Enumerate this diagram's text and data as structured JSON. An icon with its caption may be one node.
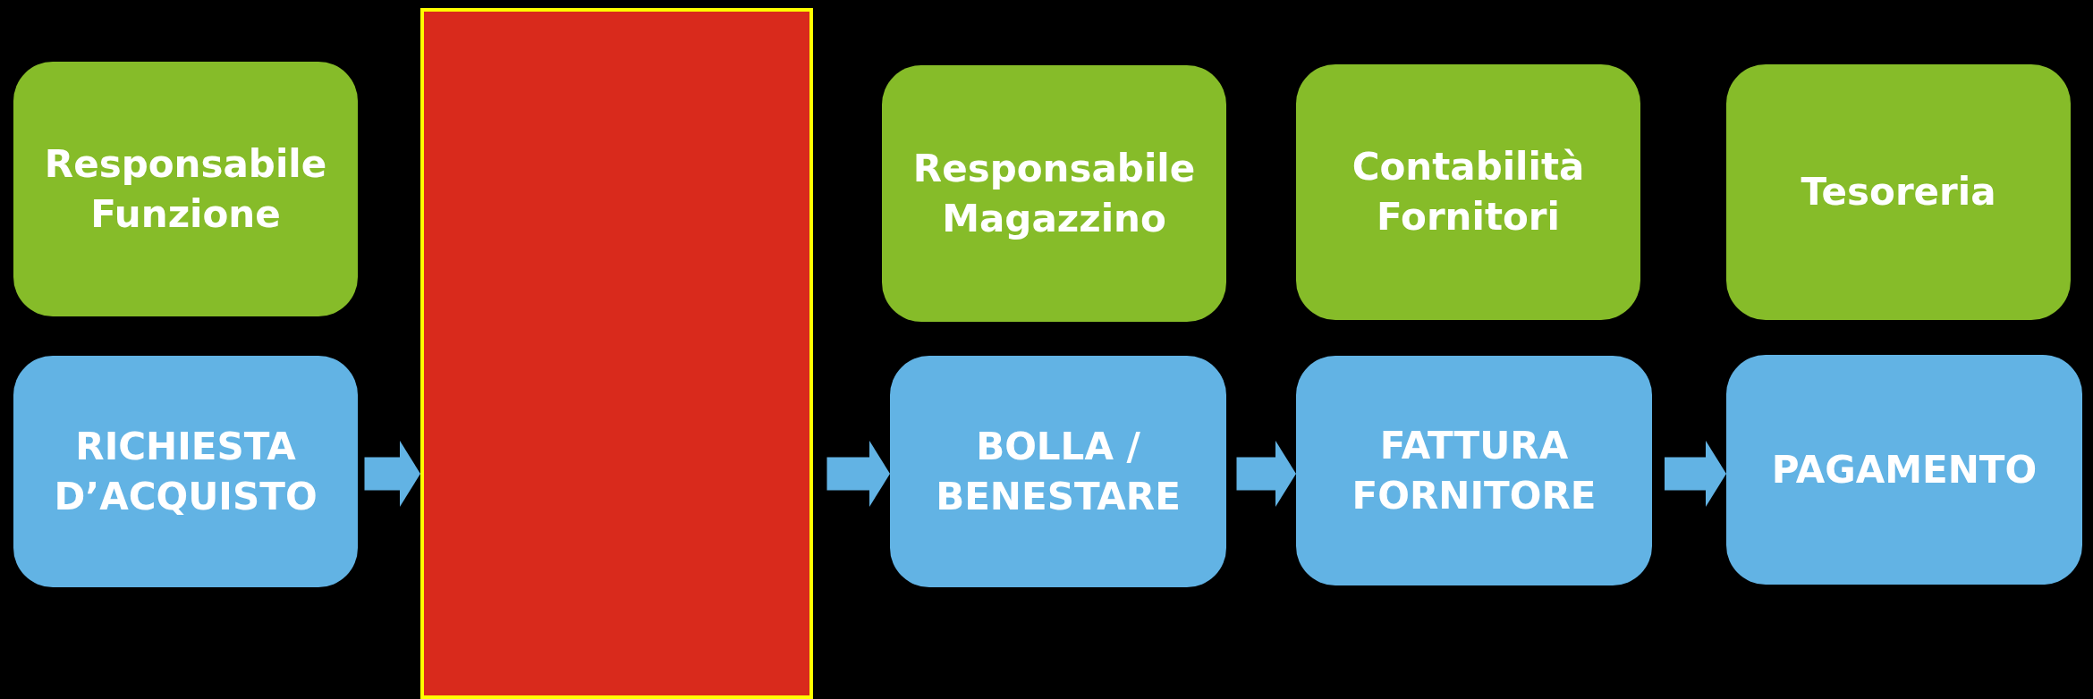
{
  "diagram": {
    "nodes": [
      {
        "text": [
          "Responsabile Funzione"
        ]
      },
      {
        "text": [],
        "shape": "box"
      },
      {
        "text": [
          "Responsabile Magazzino"
        ]
      },
      {
        "text": [
          "Contabilità Fornitori"
        ]
      },
      {
        "text": [
          "Tesoreria"
        ]
      },
      {
        "text": [
          "RICHIESTA D’ACQUISTO"
        ]
      },
      {
        "text": [
          "BOLLA / BENESTARE"
        ]
      },
      {
        "text": [
          "FATTURA FORNITORE"
        ]
      },
      {
        "text": [
          "PAGAMENTO"
        ]
      }
    ],
    "edges": [
      {
        "from": 5,
        "to": 1,
        "arrow": "to"
      },
      {
        "from": 1,
        "to": 6,
        "arrow": "to"
      },
      {
        "from": 6,
        "to": 7,
        "arrow": "to"
      },
      {
        "from": 7,
        "to": 8,
        "arrow": "to"
      }
    ]
  }
}
